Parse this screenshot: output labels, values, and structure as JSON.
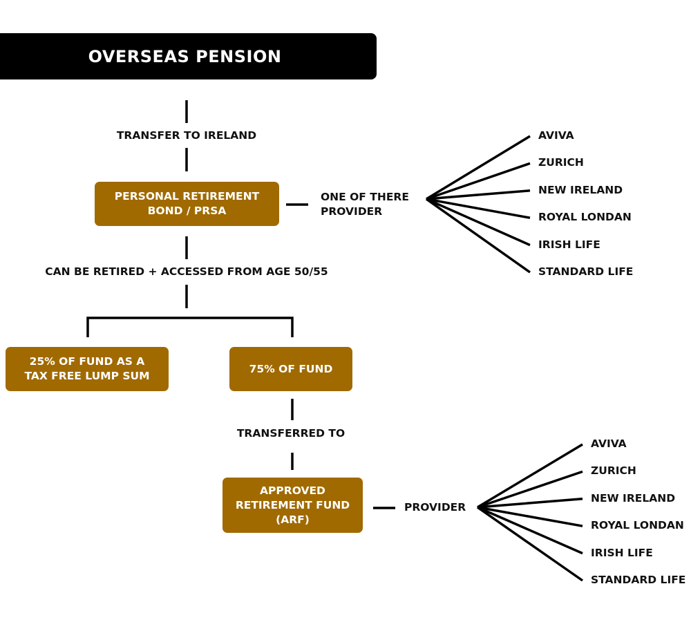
{
  "title": "OVERSEAS PENSION",
  "labels": {
    "transfer": "TRANSFER TO IRELAND",
    "one_of_these": "ONE OF THERE\nPROVIDER",
    "access": "CAN BE RETIRED + ACCESSED FROM AGE 50/55",
    "transferred": "TRANSFERRED TO",
    "provider": "PROVIDER"
  },
  "boxes": {
    "prb": "PERSONAL RETIREMENT\nBOND / PRSA",
    "lump": "25% OF FUND AS A\nTAX FREE LUMP SUM",
    "fund75": "75% OF FUND",
    "arf": "APPROVED\nRETIREMENT FUND\n(ARF)"
  },
  "providers_top": [
    "AVIVA",
    "ZURICH",
    "NEW IRELAND",
    "ROYAL LONDAN",
    "IRISH LIFE",
    "STANDARD LIFE"
  ],
  "providers_bottom": [
    "AVIVA",
    "ZURICH",
    "NEW IRELAND",
    "ROYAL LONDAN",
    "IRISH LIFE",
    "STANDARD LIFE"
  ],
  "colors": {
    "title_bg": "#000000",
    "box_bg": "#a06a00",
    "line": "#000000"
  }
}
